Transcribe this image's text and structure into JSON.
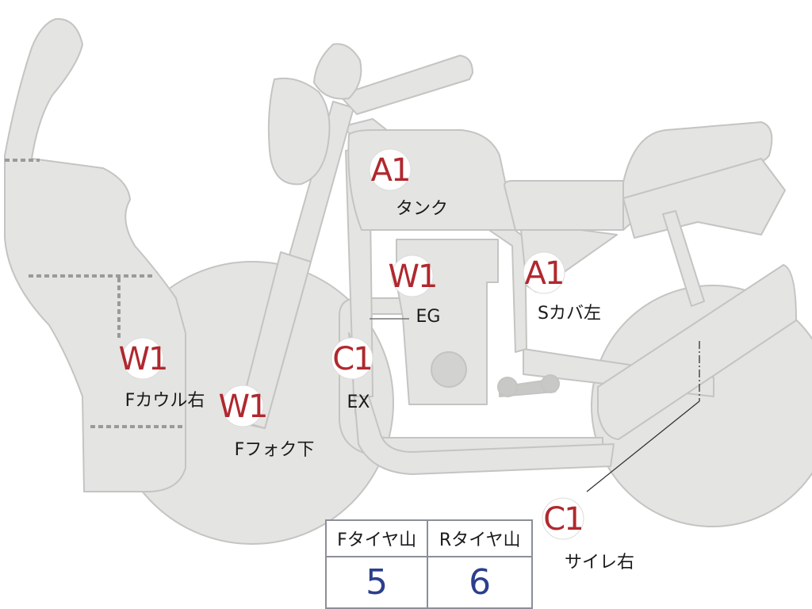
{
  "colors": {
    "body_fill": "#e4e4e2",
    "body_stroke": "#c4c4c2",
    "dotted": "#9a9a9a",
    "grade_red": "#b0282e",
    "value_blue": "#2b3f8c"
  },
  "markers": [
    {
      "id": "tank",
      "grade": "A1",
      "label": "タンク"
    },
    {
      "id": "side-cover-left",
      "grade": "A1",
      "label": "Sカバ左"
    },
    {
      "id": "engine",
      "grade": "W1",
      "label": "EG"
    },
    {
      "id": "exhaust",
      "grade": "C1",
      "label": "EX"
    },
    {
      "id": "front-cowl-right",
      "grade": "W1",
      "label": "Fカウル右"
    },
    {
      "id": "front-fork-lower",
      "grade": "W1",
      "label": "Fフォク下"
    },
    {
      "id": "silencer-right",
      "grade": "C1",
      "label": "サイレ右"
    }
  ],
  "tread": {
    "front_label": "Fタイヤ山",
    "rear_label": "Rタイヤ山",
    "front_value": "5",
    "rear_value": "6"
  }
}
